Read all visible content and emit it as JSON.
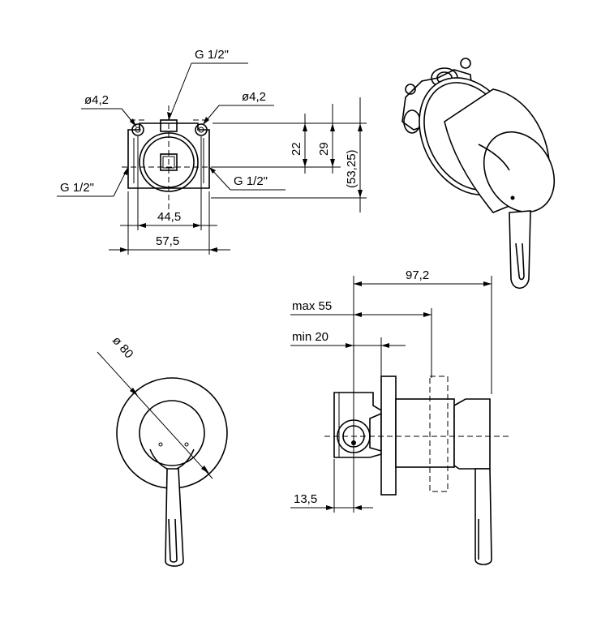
{
  "dimensions": {
    "front": {
      "thread_top": "G 1/2\"",
      "thread_left": "G 1/2\"",
      "thread_right": "G 1/2\"",
      "hole_left": "ø4,2",
      "hole_right": "ø4,2",
      "width_inner": "44,5",
      "width_outer": "57,5",
      "height_22": "22",
      "height_29": "29",
      "height_53": "(53,25)"
    },
    "plate": {
      "diameter": "ø 80"
    },
    "side": {
      "depth_total": "97,2",
      "depth_max": "max 55",
      "depth_min": "min 20",
      "offset": "13,5"
    }
  }
}
